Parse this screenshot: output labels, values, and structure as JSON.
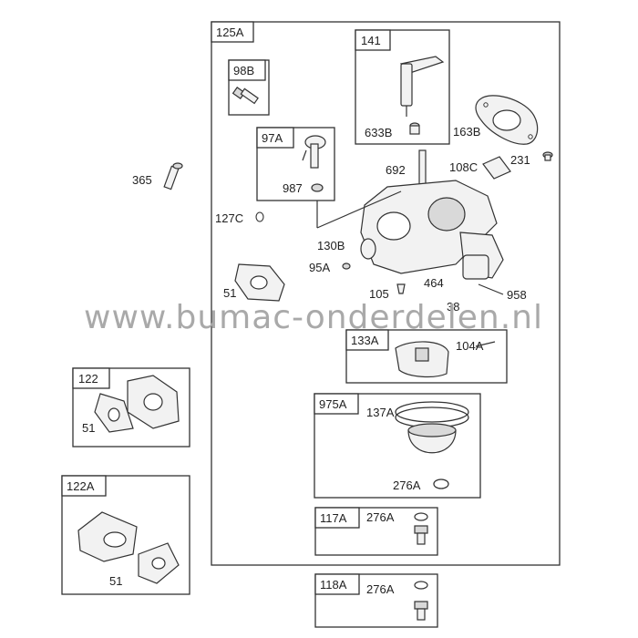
{
  "watermark": "www.bumac-onderdelen.nl",
  "diagram": {
    "main_group": "125A",
    "groups": [
      "141",
      "98B",
      "97A",
      "133A",
      "975A",
      "117A",
      "118A",
      "122",
      "122A"
    ],
    "labels": {
      "l633B": "633B",
      "l163B": "163B",
      "l987": "987",
      "l692": "692",
      "l108C": "108C",
      "l231": "231",
      "l365": "365",
      "l127C": "127C",
      "l130B": "130B",
      "l95A": "95A",
      "l51": "51",
      "l105": "105",
      "l464": "464",
      "l958": "958",
      "l38": "38",
      "l104A": "104A",
      "l137A": "137A",
      "l276A": "276A"
    }
  }
}
